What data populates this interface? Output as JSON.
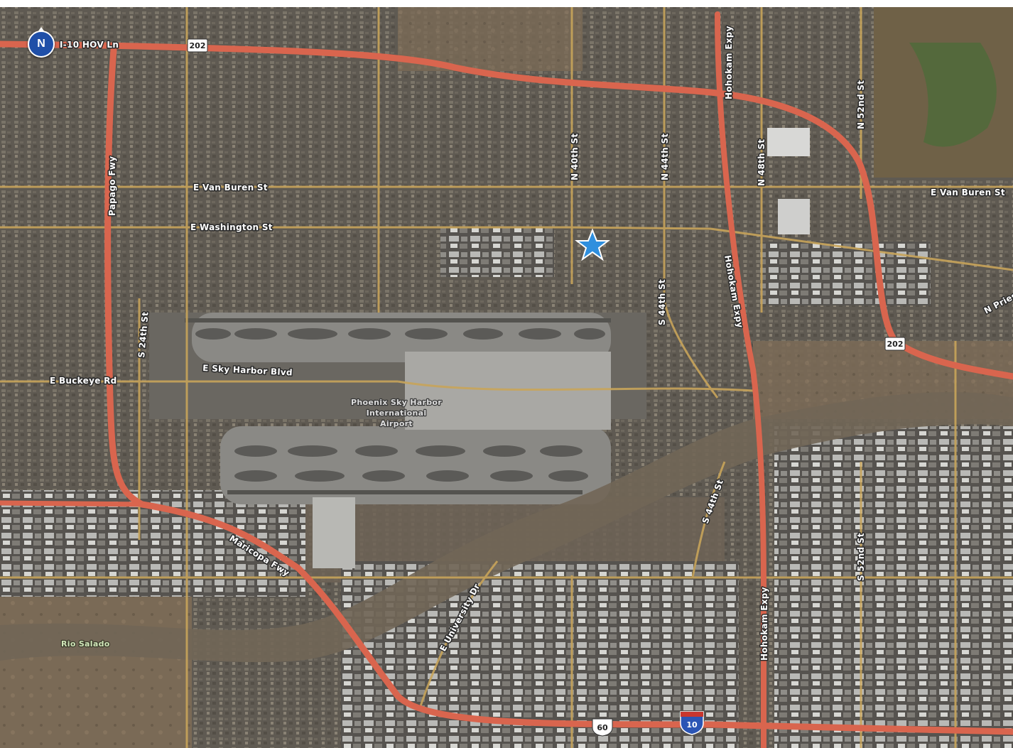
{
  "map": {
    "compass_label": "N",
    "colors": {
      "highway": "#d9654e",
      "arterial": "#c8a45a",
      "marker": "#2f8fde"
    },
    "highway_labels": [
      "I-10 HOV Ln",
      "Papago Fwy",
      "Maricopa Fwy",
      "Hohokam Expy",
      "Hohokam Expy",
      "Hohokam Expy"
    ],
    "street_labels": {
      "van_buren_w": "E Van Buren St",
      "van_buren_e": "E Van Buren St",
      "washington": "E Washington St",
      "sky_harbor": "E Sky Harbor Blvd",
      "buckeye": "E Buckeye Rd",
      "s24th": "S 24th St",
      "n40th": "N 40th St",
      "n44th": "N 44th St",
      "s44th_n": "S 44th St",
      "s44th_s": "S 44th St",
      "n48th": "N 48th St",
      "n52nd": "N 52nd St",
      "s52nd": "S 52nd St",
      "n priest": "N Priest",
      "university": "E University Dr"
    },
    "poi_lines": [
      "Phoenix Sky Harbor",
      "International",
      "Airport"
    ],
    "water_label": "Rio Salado",
    "shields": {
      "sr202_a": "202",
      "sr202_b": "202",
      "us60": "60",
      "i10": "10"
    },
    "marker_icon": "star-marker-icon"
  }
}
